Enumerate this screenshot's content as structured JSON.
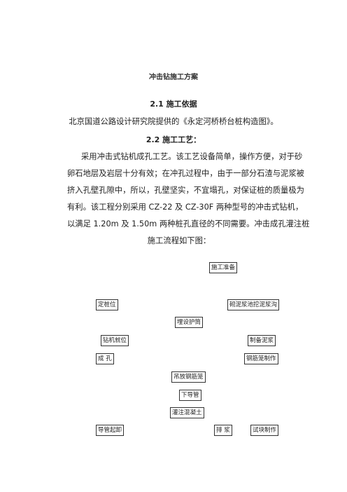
{
  "title": "冲击钻施工方案",
  "section1": {
    "heading": "2.1  施工依据",
    "text": "北京国道公路设计研究院提供的《永定河桥桥台桩构造图》。"
  },
  "section2": {
    "heading": "2.2  施工工艺：",
    "lines": [
      "采用冲击式钻机成孔工艺。该工艺设备简单，操作方便，对于砂",
      "卵石地层及岩层十分有效；在冲孔过程中，由于一部分石渣与泥浆被",
      "挤入孔壁孔隙中，所以，孔壁坚实，不宜塌孔，对保证桩的质量极为",
      "有利。该工程分别采用 CZ-22 及 CZ-30F 两种型号的冲击式钻机，",
      "以满足 1.20m 及 1.50m 两种桩孔直径的不同需要。冲击成孔灌注桩",
      "施工流程如下图："
    ]
  },
  "flow": {
    "prep": "施工准备",
    "position_pile": "定桩位",
    "dig_pit": "砌泥浆池挖泥浆沟",
    "bury_casing": "埋设护筒",
    "drill_in_place": "钻机就位",
    "prepare_mud": "制备泥浆",
    "form_hole": "成    孔",
    "cage_make": "钢筋笼制作",
    "hoist_cage": "吊放钢筋笼",
    "lower_pipe": "下导管",
    "pour_concrete": "灌注混凝土",
    "pull_pipe": "导管起卸",
    "discharge_mud": "排    浆",
    "test_block": "试块制作"
  }
}
